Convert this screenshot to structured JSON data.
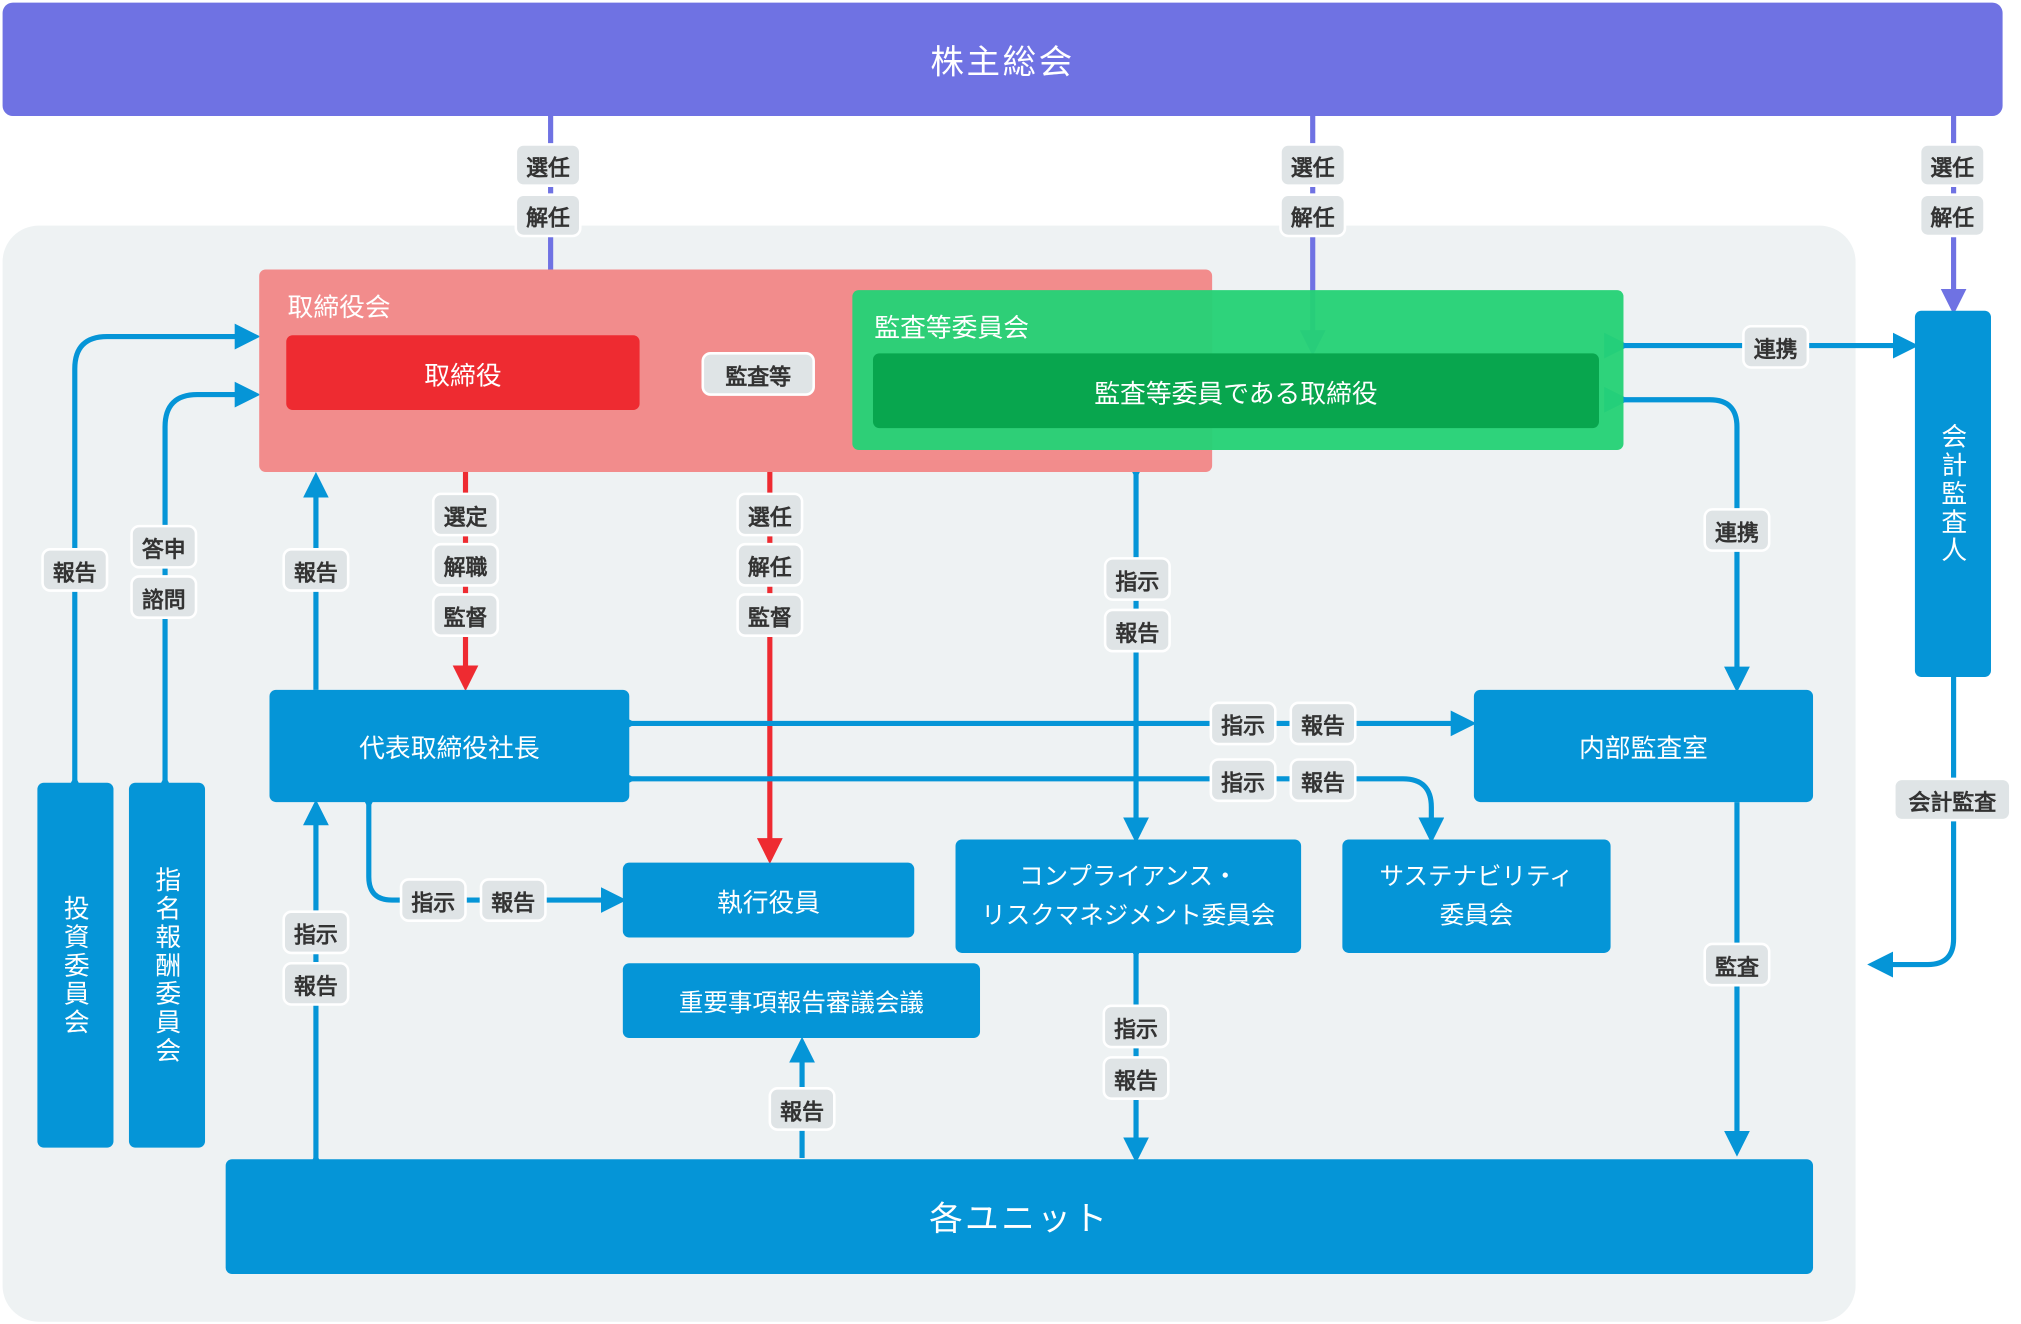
{
  "shareholders_meeting": "株主総会",
  "board": {
    "title": "取締役会",
    "directors": "取締役"
  },
  "audit_committee": {
    "title": "監査等委員会",
    "members": "監査等委員である取締役"
  },
  "auditor": "会計監査人",
  "president": "代表取締役社長",
  "internal_audit": "内部監査室",
  "executive_officers": "執行役員",
  "important_matters_council": "重要事項報告審議会議",
  "compliance_committee": [
    "コンプライアンス・",
    "リスクマネジメント委員会"
  ],
  "sustainability_committee": [
    "サステナビリティ",
    "委員会"
  ],
  "investment_committee": "投資委員会",
  "nomination_committee": "指名報酬委員会",
  "units": "各ユニット",
  "labels": {
    "appoint": "選任",
    "dismiss": "解任",
    "select": "選定",
    "remove": "解職",
    "supervise": "監督",
    "audit_etc": "監査等",
    "cooperate": "連携",
    "report": "報告",
    "instruct": "指示",
    "answer": "答申",
    "consult": "諮問",
    "audit": "監査",
    "accounting_audit": "会計監査"
  },
  "colors": {
    "purple": "#6F72E3",
    "blue": "#0595D7",
    "red": "#EE2B31",
    "green": "#25D176",
    "dark_green": "#08A64E",
    "pink": "#F28C8C"
  }
}
